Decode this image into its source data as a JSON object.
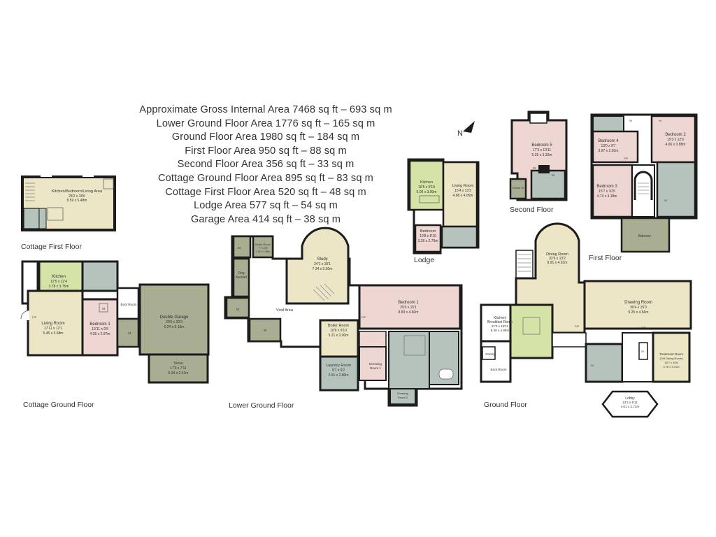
{
  "areas": [
    "Approximate Gross Internal Area 7468 sq ft – 693 sq m",
    "Lower Ground Floor Area 1776 sq ft – 165 sq m",
    "Ground Floor Area 1980 sq ft – 184 sq m",
    "First Floor Area 950 sq ft – 88 sq m",
    "Second Floor Area 356 sq ft – 33 sq m",
    "Cottage Ground Floor Area 895 sq ft – 83 sq m",
    "Cottage First Floor Area 520 sq ft – 48 sq m",
    "Lodge Area 577 sq ft – 54 sq m",
    "Garage Area 414 sq ft – 38 sq m"
  ],
  "compass": "N",
  "floors": {
    "cottage_first": "Cottage First Floor",
    "cottage_ground": "Cottage Ground Floor",
    "lower_ground": "Lower Ground Floor",
    "lodge": "Lodge",
    "second": "Second Floor",
    "ground": "Ground Floor",
    "first": "First Floor"
  },
  "colors": {
    "beige": "#ece5c6",
    "green": "#d5e4a6",
    "blue": "#b5c3bc",
    "pink": "#eed6d3",
    "olive": "#a9ad92",
    "wall": "#1c1c1c"
  },
  "rooms": {
    "cf_kitchen": [
      "Kitchen/Bedroom/Living Area",
      "28'2 x 18'0",
      "8.59 x 5.48m"
    ],
    "c_kitchen": [
      "Kitchen",
      "12'5 x 12'4",
      "3.78 x 3.75m"
    ],
    "c_living": [
      "Living Room",
      "17'11 x 12'1",
      "5.45 x 3.68m"
    ],
    "c_bed1": [
      "Bedroom 1",
      "13'11 x 9'9",
      "4.25 x 2.97m"
    ],
    "c_boot": [
      "Boot Room"
    ],
    "c_garage": [
      "Double Garage",
      "20'6 x 20'3",
      "6.24 x 6.16m"
    ],
    "c_store": [
      "Store",
      "17'6 x 7'11",
      "5.34 x 2.41m"
    ],
    "lg_boiler_small": [
      "Boiler Room",
      "7'7 x 6'6",
      "2.30 x 1.98m"
    ],
    "lg_study": [
      "Study",
      "24'1 x 18'1",
      "7.34 x 5.50m"
    ],
    "lg_dog": [
      "Dog",
      "Kennel"
    ],
    "lg_void": [
      "Void Area"
    ],
    "lg_bed1": [
      "Bedroom 1",
      "29'0 x 15'1",
      "8.83 x 4.60m"
    ],
    "lg_boiler": [
      "Boiler Room",
      "10'6 x 9'10",
      "3.21 x 3.00m"
    ],
    "lg_laundry": [
      "Laundry Room",
      "9'7 x 9'2",
      "2.91 x 2.80m"
    ],
    "lg_dressing1": [
      "Dressing",
      "Room 1"
    ],
    "lg_dressing2": [
      "Dressing",
      "Room 2"
    ],
    "lo_kitchen": [
      "Kitchen",
      "16'5 x 9'10",
      "5.00 x 3.00m"
    ],
    "lo_living": [
      "Living Room",
      "15'4 x 13'3",
      "4.68 x 4.05m"
    ],
    "lo_bedroom": [
      "Bedroom",
      "10'8 x 8'10",
      "3.26 x 2.70m"
    ],
    "s_bed5": [
      "Bedroom 5",
      "17'3 x 10'11",
      "5.25 x 3.33m"
    ],
    "s_eaves": [
      "Eaves St"
    ],
    "f_bed4": [
      "Bedroom 4",
      "13'0 x 9'7",
      "3.97 x 2.92m"
    ],
    "f_bed2": [
      "Bedroom 2",
      "15'3 x 12'9",
      "4.66 x 3.88m"
    ],
    "f_bed3": [
      "Bedroom 3",
      "15'7 x 10'5",
      "4.74 x 3.18m"
    ],
    "f_balcony": [
      "Balcony"
    ],
    "g_dining": [
      "Dining Room",
      "32'6 x 13'2",
      "9.91 x 4.01m"
    ],
    "g_kitchen": [
      "Kitchen/",
      "Breakfast Room",
      "21'3 x 15'11",
      "6.48 x 4.86m"
    ],
    "g_drawing": [
      "Drawing Room",
      "30'4 x 15'0",
      "9.25 x 4.56m"
    ],
    "g_pantry": [
      "Pantry"
    ],
    "g_boot": [
      "Boot Room"
    ],
    "g_treatment": [
      "Treatment Room",
      "(Old Dining Room)",
      "15'7 x 10'6",
      "4.76 x 3.21m"
    ],
    "g_lobby": [
      "Lobby",
      "13'2 x 8'11",
      "4.01 x 2.73m"
    ]
  },
  "abbreviations": {
    "storage": "St",
    "fridge_freezer": "F/P",
    "window_seat": "W"
  }
}
